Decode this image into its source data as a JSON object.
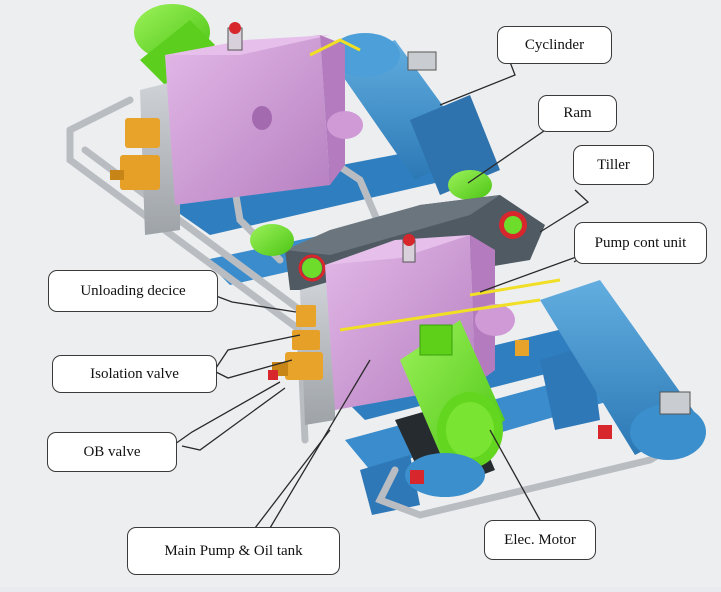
{
  "labels": {
    "cylinder": "Cyclinder",
    "ram": "Ram",
    "tiller": "Tiller",
    "pump_cont_unit": "Pump cont unit",
    "unloading_device": "Unloading decice",
    "isolation_valve": "Isolation valve",
    "ob_valve": "OB valve",
    "main_pump_oil_tank": "Main Pump & Oil tank",
    "elec_motor": "Elec. Motor"
  },
  "colors": {
    "frame_blue": "#2f7fc0",
    "cylinder_blue": "#3b8fcc",
    "tank_purple": "#cf9ad6",
    "motor_green": "#6ddc2a",
    "tiller_gray": "#4f5a63",
    "pipe_gray": "#b9bdc2",
    "valve_orange": "#e8a32a",
    "pipe_yellow": "#f1df25",
    "accent_red": "#d8262d"
  }
}
